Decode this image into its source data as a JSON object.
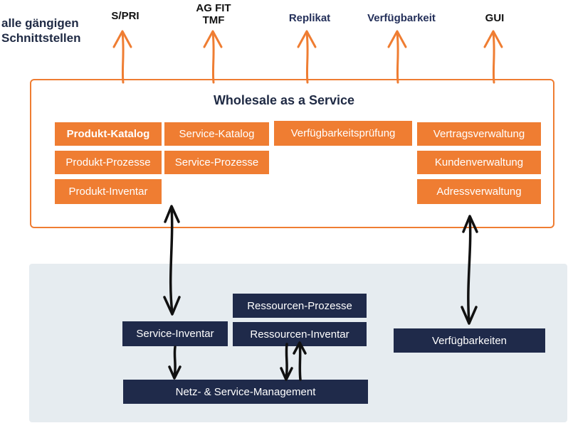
{
  "header": {
    "left_title": "alle gängigen\nSchnittstellen"
  },
  "interfaces": [
    {
      "label": "S/PRI"
    },
    {
      "label": "AG FIT\nTMF"
    },
    {
      "label": "Replikat"
    },
    {
      "label": "Verfügbarkeit"
    },
    {
      "label": "GUI"
    }
  ],
  "wholesale": {
    "title": "Wholesale as a Service",
    "col1": [
      "Produkt-Katalog",
      "Produkt-Prozesse",
      "Produkt-Inventar"
    ],
    "col2": [
      "Service-Katalog",
      "Service-Prozesse"
    ],
    "col3": [
      "Verfügbarkeitsprüfung"
    ],
    "col4": [
      "Vertragsverwaltung",
      "Kundenverwaltung",
      "Adressverwaltung"
    ]
  },
  "lower": {
    "service_inventar": "Service-Inventar",
    "ressourcen_prozesse": "Ressourcen-Prozesse",
    "ressourcen_inventar": "Ressourcen-Inventar",
    "verfuegbarkeiten": "Verfügbarkeiten",
    "netz_management": "Netz- & Service-Management"
  },
  "colors": {
    "accent_orange": "#ef7d32",
    "navy": "#1f2a4a",
    "area_gray": "#e6ecf0"
  }
}
